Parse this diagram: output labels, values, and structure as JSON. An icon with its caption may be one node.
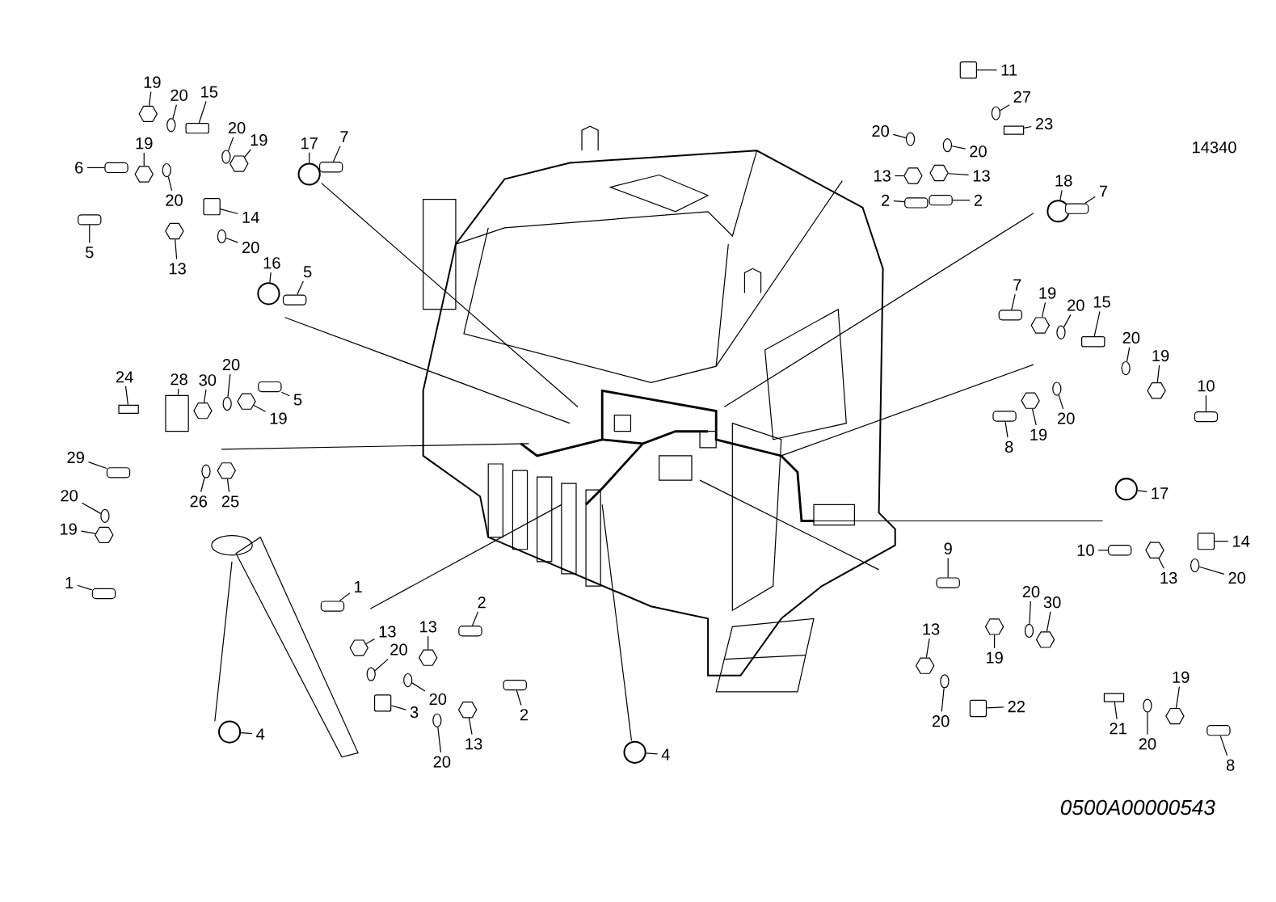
{
  "diagram": {
    "nodes": [
      {
        "text": [
          "19"
        ]
      },
      {
        "text": [
          "20"
        ]
      },
      {
        "text": [
          "15"
        ]
      },
      {
        "text": [
          "20"
        ]
      },
      {
        "text": [
          "19"
        ]
      },
      {
        "text": [
          "17"
        ]
      },
      {
        "text": [
          "7"
        ]
      },
      {
        "text": [
          "6"
        ]
      },
      {
        "text": [
          "19"
        ]
      },
      {
        "text": [
          "20"
        ]
      },
      {
        "text": [
          "14"
        ]
      },
      {
        "text": [
          "5"
        ]
      },
      {
        "text": [
          "13"
        ]
      },
      {
        "text": [
          "20"
        ]
      },
      {
        "text": [
          "16"
        ]
      },
      {
        "text": [
          "5"
        ]
      },
      {
        "text": [
          "11"
        ]
      },
      {
        "text": [
          "27"
        ]
      },
      {
        "text": [
          "23"
        ]
      },
      {
        "text": [
          "20"
        ]
      },
      {
        "text": [
          "20"
        ]
      },
      {
        "text": [
          "13"
        ]
      },
      {
        "text": [
          "13"
        ]
      },
      {
        "text": [
          "2"
        ]
      },
      {
        "text": [
          "2"
        ]
      },
      {
        "text": [
          "18"
        ]
      },
      {
        "text": [
          "7"
        ]
      },
      {
        "text": [
          "7"
        ]
      },
      {
        "text": [
          "19"
        ]
      },
      {
        "text": [
          "20"
        ]
      },
      {
        "text": [
          "15"
        ]
      },
      {
        "text": [
          "20"
        ]
      },
      {
        "text": [
          "19"
        ]
      },
      {
        "text": [
          "10"
        ]
      },
      {
        "text": [
          "8"
        ]
      },
      {
        "text": [
          "19"
        ]
      },
      {
        "text": [
          "20"
        ]
      },
      {
        "text": [
          "17"
        ]
      },
      {
        "text": [
          "14"
        ]
      },
      {
        "text": [
          "10"
        ]
      },
      {
        "text": [
          "13"
        ]
      },
      {
        "text": [
          "20"
        ]
      },
      {
        "text": [
          "9"
        ]
      },
      {
        "text": [
          "20"
        ]
      },
      {
        "text": [
          "30"
        ]
      },
      {
        "text": [
          "19"
        ]
      },
      {
        "text": [
          "13"
        ]
      },
      {
        "text": [
          "20"
        ]
      },
      {
        "text": [
          "22"
        ]
      },
      {
        "text": [
          "19"
        ]
      },
      {
        "text": [
          "21"
        ]
      },
      {
        "text": [
          "20"
        ]
      },
      {
        "text": [
          "8"
        ]
      },
      {
        "text": [
          "24"
        ]
      },
      {
        "text": [
          "28"
        ]
      },
      {
        "text": [
          "30"
        ]
      },
      {
        "text": [
          "20"
        ]
      },
      {
        "text": [
          "19"
        ]
      },
      {
        "text": [
          "5"
        ]
      },
      {
        "text": [
          "29"
        ]
      },
      {
        "text": [
          "20"
        ]
      },
      {
        "text": [
          "26"
        ]
      },
      {
        "text": [
          "25"
        ]
      },
      {
        "text": [
          "19"
        ]
      },
      {
        "text": [
          "1"
        ]
      },
      {
        "text": [
          "1"
        ]
      },
      {
        "text": [
          "13"
        ]
      },
      {
        "text": [
          "20"
        ]
      },
      {
        "text": [
          "13"
        ]
      },
      {
        "text": [
          "2"
        ]
      },
      {
        "text": [
          "20"
        ]
      },
      {
        "text": [
          "3"
        ]
      },
      {
        "text": [
          "2"
        ]
      },
      {
        "text": [
          "13"
        ]
      },
      {
        "text": [
          "20"
        ]
      },
      {
        "text": [
          "4"
        ]
      },
      {
        "text": [
          "4"
        ]
      },
      {
        "text": [],
        "shape": "nut"
      },
      {
        "text": [],
        "shape": "washer"
      },
      {
        "text": [],
        "shape": "tee"
      },
      {
        "text": [],
        "shape": "washer"
      },
      {
        "text": [],
        "shape": "nut"
      },
      {
        "text": [],
        "shape": "clamp"
      },
      {
        "text": [],
        "shape": "tube"
      },
      {
        "text": [],
        "shape": "tube"
      },
      {
        "text": [],
        "shape": "nut"
      },
      {
        "text": [],
        "shape": "washer"
      },
      {
        "text": [],
        "shape": "valve"
      },
      {
        "text": [],
        "shape": "tube"
      },
      {
        "text": [],
        "shape": "nut"
      },
      {
        "text": [],
        "shape": "washer"
      },
      {
        "text": [],
        "shape": "clamp"
      },
      {
        "text": [],
        "shape": "tube"
      },
      {
        "text": [],
        "shape": "valve"
      },
      {
        "text": [],
        "shape": "washer"
      },
      {
        "text": [],
        "shape": "bolt"
      },
      {
        "text": [],
        "shape": "washer"
      },
      {
        "text": [],
        "shape": "washer"
      },
      {
        "text": [],
        "shape": "nut"
      },
      {
        "text": [],
        "shape": "nut"
      },
      {
        "text": [],
        "shape": "tube"
      },
      {
        "text": [],
        "shape": "tube"
      },
      {
        "text": [],
        "shape": "clamp"
      },
      {
        "text": [],
        "shape": "tube"
      },
      {
        "text": [],
        "shape": "tube"
      },
      {
        "text": [],
        "shape": "nut"
      },
      {
        "text": [],
        "shape": "washer"
      },
      {
        "text": [],
        "shape": "tee"
      },
      {
        "text": [],
        "shape": "washer"
      },
      {
        "text": [],
        "shape": "nut"
      },
      {
        "text": [],
        "shape": "tube"
      },
      {
        "text": [],
        "shape": "tube"
      },
      {
        "text": [],
        "shape": "nut"
      },
      {
        "text": [],
        "shape": "washer"
      },
      {
        "text": [],
        "shape": "clamp"
      },
      {
        "text": [],
        "shape": "valve"
      },
      {
        "text": [],
        "shape": "tube"
      },
      {
        "text": [],
        "shape": "nut"
      },
      {
        "text": [],
        "shape": "washer"
      },
      {
        "text": [],
        "shape": "tube"
      },
      {
        "text": [],
        "shape": "washer"
      },
      {
        "text": [],
        "shape": "nut"
      },
      {
        "text": [],
        "shape": "nut"
      },
      {
        "text": [],
        "shape": "nut"
      },
      {
        "text": [],
        "shape": "washer"
      },
      {
        "text": [],
        "shape": "valve"
      },
      {
        "text": [],
        "shape": "nut"
      },
      {
        "text": [],
        "shape": "bolt"
      },
      {
        "text": [],
        "shape": "washer"
      },
      {
        "text": [],
        "shape": "tube"
      },
      {
        "text": [],
        "shape": "bolt"
      },
      {
        "text": [],
        "shape": "bracket"
      },
      {
        "text": [],
        "shape": "nut"
      },
      {
        "text": [],
        "shape": "washer"
      },
      {
        "text": [],
        "shape": "nut"
      },
      {
        "text": [],
        "shape": "tube"
      },
      {
        "text": [],
        "shape": "tube"
      },
      {
        "text": [],
        "shape": "washer"
      },
      {
        "text": [],
        "shape": "washer"
      },
      {
        "text": [],
        "shape": "nut"
      },
      {
        "text": [],
        "shape": "nut"
      },
      {
        "text": [],
        "shape": "tube"
      },
      {
        "text": [],
        "shape": "tube"
      },
      {
        "text": [],
        "shape": "nut"
      },
      {
        "text": [],
        "shape": "washer"
      },
      {
        "text": [],
        "shape": "nut"
      },
      {
        "text": [],
        "shape": "tube"
      },
      {
        "text": [],
        "shape": "washer"
      },
      {
        "text": [],
        "shape": "valve"
      },
      {
        "text": [],
        "shape": "tube"
      },
      {
        "text": [],
        "shape": "nut"
      },
      {
        "text": [],
        "shape": "washer"
      },
      {
        "text": [],
        "shape": "clamp"
      },
      {
        "text": [],
        "shape": "clamp"
      }
    ],
    "edges": [
      {
        "from": 0,
        "to": 77,
        "arrow": "none"
      },
      {
        "from": 1,
        "to": 78,
        "arrow": "none"
      },
      {
        "from": 2,
        "to": 79,
        "arrow": "none"
      },
      {
        "from": 3,
        "to": 80,
        "arrow": "none"
      },
      {
        "from": 4,
        "to": 81,
        "arrow": "none"
      },
      {
        "from": 5,
        "to": 82,
        "arrow": "none"
      },
      {
        "from": 6,
        "to": 83,
        "arrow": "none"
      },
      {
        "from": 7,
        "to": 84,
        "arrow": "none"
      },
      {
        "from": 8,
        "to": 85,
        "arrow": "none"
      },
      {
        "from": 9,
        "to": 86,
        "arrow": "none"
      },
      {
        "from": 10,
        "to": 87,
        "arrow": "none"
      },
      {
        "from": 11,
        "to": 88,
        "arrow": "none"
      },
      {
        "from": 12,
        "to": 89,
        "arrow": "none"
      },
      {
        "from": 13,
        "to": 90,
        "arrow": "none"
      },
      {
        "from": 14,
        "to": 91,
        "arrow": "none"
      },
      {
        "from": 15,
        "to": 92,
        "arrow": "none"
      },
      {
        "from": 16,
        "to": 93,
        "arrow": "none"
      },
      {
        "from": 17,
        "to": 94,
        "arrow": "none"
      },
      {
        "from": 18,
        "to": 95,
        "arrow": "none"
      },
      {
        "from": 19,
        "to": 96,
        "arrow": "none"
      },
      {
        "from": 20,
        "to": 97,
        "arrow": "none"
      },
      {
        "from": 21,
        "to": 98,
        "arrow": "none"
      },
      {
        "from": 22,
        "to": 99,
        "arrow": "none"
      },
      {
        "from": 23,
        "to": 100,
        "arrow": "none"
      },
      {
        "from": 24,
        "to": 101,
        "arrow": "none"
      },
      {
        "from": 25,
        "to": 102,
        "arrow": "none"
      },
      {
        "from": 26,
        "to": 103,
        "arrow": "none"
      },
      {
        "from": 27,
        "to": 104,
        "arrow": "none"
      },
      {
        "from": 28,
        "to": 105,
        "arrow": "none"
      },
      {
        "from": 29,
        "to": 106,
        "arrow": "none"
      },
      {
        "from": 30,
        "to": 107,
        "arrow": "none"
      },
      {
        "from": 31,
        "to": 108,
        "arrow": "none"
      },
      {
        "from": 32,
        "to": 109,
        "arrow": "none"
      },
      {
        "from": 33,
        "to": 110,
        "arrow": "none"
      },
      {
        "from": 34,
        "to": 111,
        "arrow": "none"
      },
      {
        "from": 35,
        "to": 112,
        "arrow": "none"
      },
      {
        "from": 36,
        "to": 113,
        "arrow": "none"
      },
      {
        "from": 37,
        "to": 114,
        "arrow": "none"
      },
      {
        "from": 38,
        "to": 115,
        "arrow": "none"
      },
      {
        "from": 39,
        "to": 116,
        "arrow": "none"
      },
      {
        "from": 40,
        "to": 117,
        "arrow": "none"
      },
      {
        "from": 41,
        "to": 118,
        "arrow": "none"
      },
      {
        "from": 42,
        "to": 119,
        "arrow": "none"
      },
      {
        "from": 43,
        "to": 120,
        "arrow": "none"
      },
      {
        "from": 44,
        "to": 121,
        "arrow": "none"
      },
      {
        "from": 45,
        "to": 122,
        "arrow": "none"
      },
      {
        "from": 46,
        "to": 123,
        "arrow": "none"
      },
      {
        "from": 47,
        "to": 124,
        "arrow": "none"
      },
      {
        "from": 48,
        "to": 125,
        "arrow": "none"
      },
      {
        "from": 49,
        "to": 126,
        "arrow": "none"
      },
      {
        "from": 50,
        "to": 127,
        "arrow": "none"
      },
      {
        "from": 51,
        "to": 128,
        "arrow": "none"
      },
      {
        "from": 52,
        "to": 129,
        "arrow": "none"
      },
      {
        "from": 53,
        "to": 130,
        "arrow": "none"
      },
      {
        "from": 54,
        "to": 131,
        "arrow": "none"
      },
      {
        "from": 55,
        "to": 132,
        "arrow": "none"
      },
      {
        "from": 56,
        "to": 133,
        "arrow": "none"
      },
      {
        "from": 57,
        "to": 134,
        "arrow": "none"
      },
      {
        "from": 58,
        "to": 135,
        "arrow": "none"
      },
      {
        "from": 59,
        "to": 136,
        "arrow": "none"
      },
      {
        "from": 60,
        "to": 137,
        "arrow": "none"
      },
      {
        "from": 61,
        "to": 138,
        "arrow": "none"
      },
      {
        "from": 62,
        "to": 139,
        "arrow": "none"
      },
      {
        "from": 63,
        "to": 140,
        "arrow": "none"
      },
      {
        "from": 64,
        "to": 141,
        "arrow": "none"
      },
      {
        "from": 65,
        "to": 142,
        "arrow": "none"
      },
      {
        "from": 66,
        "to": 143,
        "arrow": "none"
      },
      {
        "from": 67,
        "to": 144,
        "arrow": "none"
      },
      {
        "from": 68,
        "to": 145,
        "arrow": "none"
      },
      {
        "from": 69,
        "to": 146,
        "arrow": "none"
      },
      {
        "from": 70,
        "to": 147,
        "arrow": "none"
      },
      {
        "from": 71,
        "to": 148,
        "arrow": "none"
      },
      {
        "from": 72,
        "to": 149,
        "arrow": "none"
      },
      {
        "from": 73,
        "to": 150,
        "arrow": "none"
      },
      {
        "from": 74,
        "to": 151,
        "arrow": "none"
      },
      {
        "from": 75,
        "to": 152,
        "arrow": "none"
      },
      {
        "from": 76,
        "to": 153,
        "arrow": "none"
      }
    ],
    "labels": [
      "14340",
      "0500A00000543"
    ]
  }
}
